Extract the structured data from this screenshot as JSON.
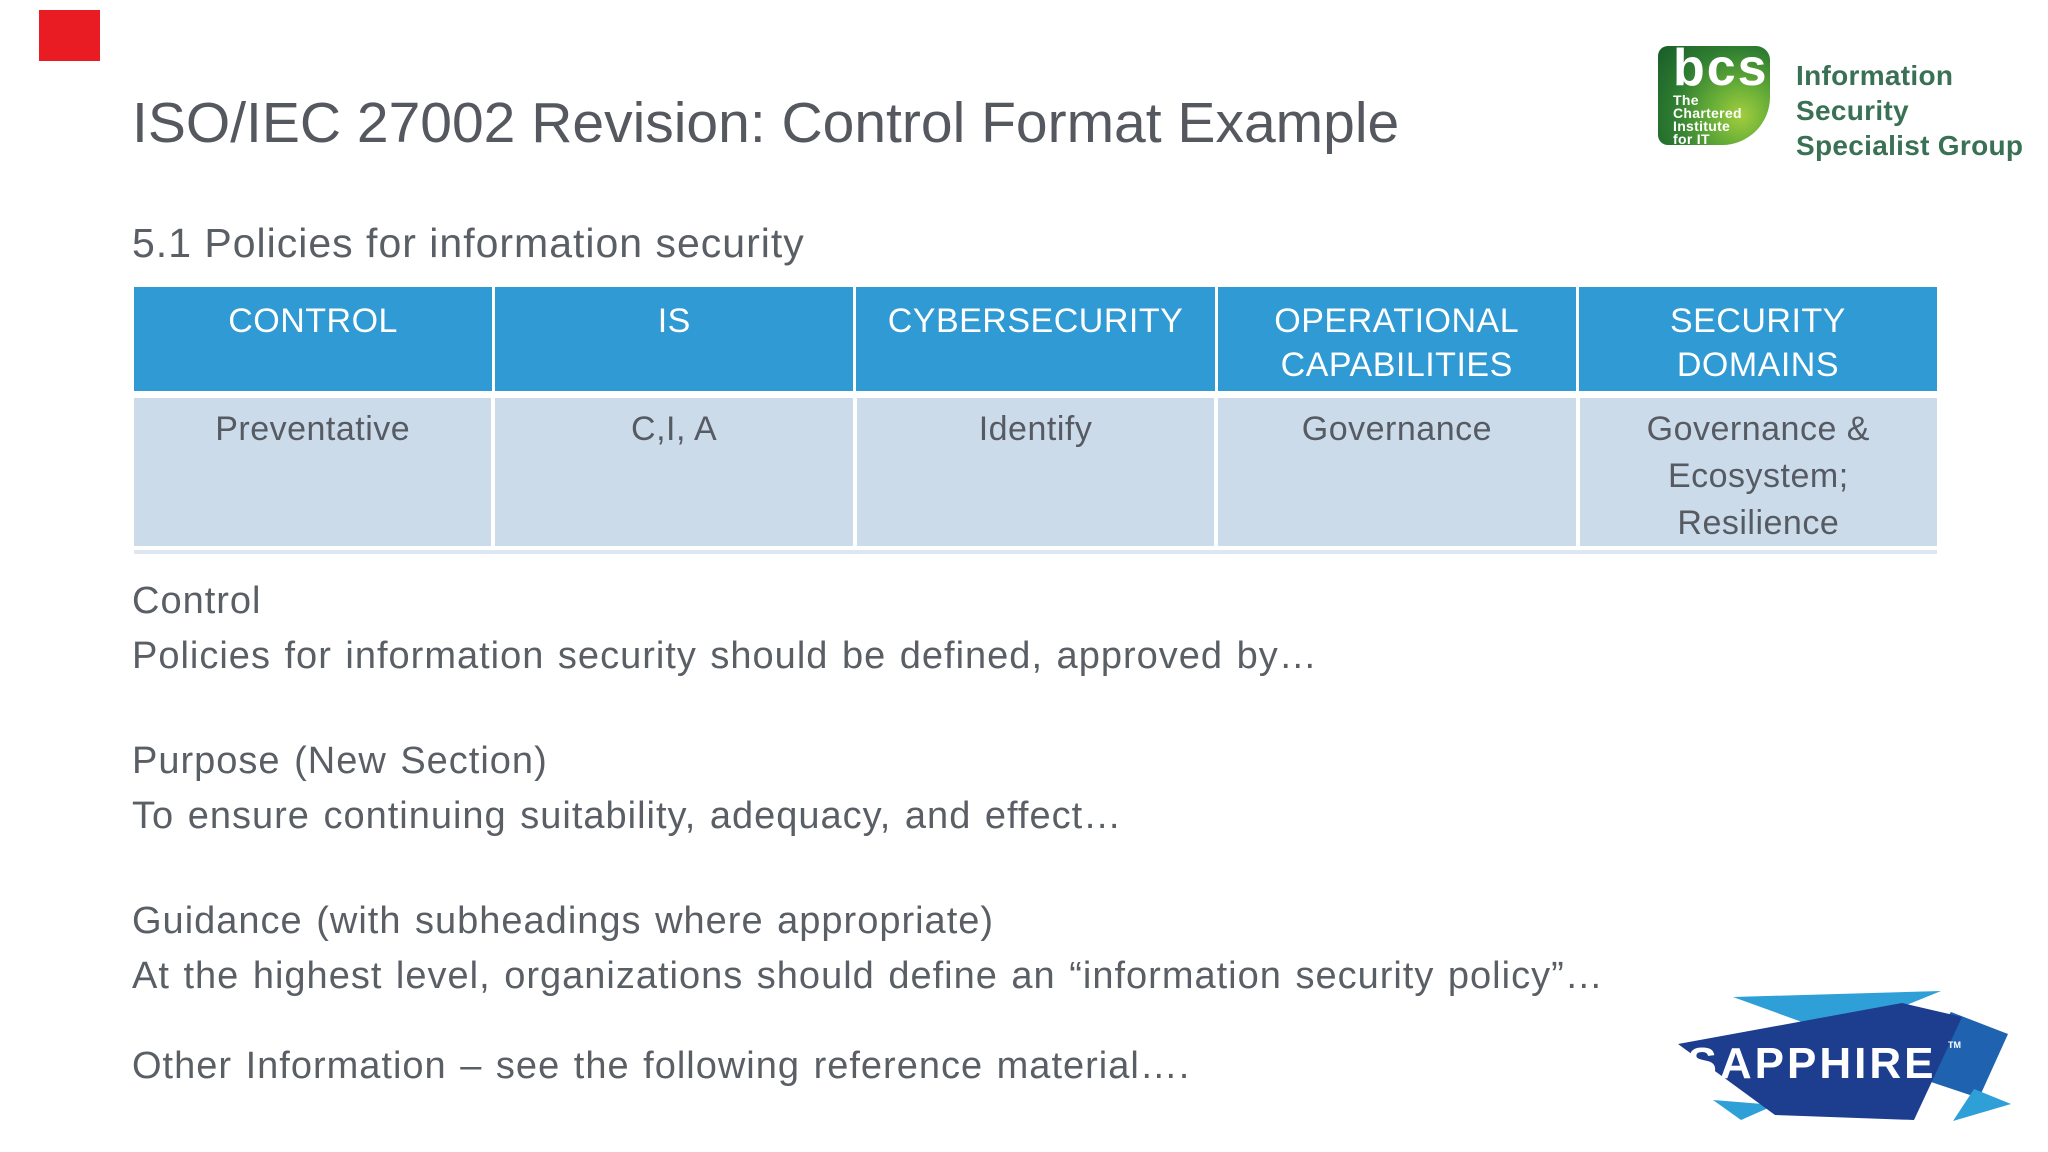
{
  "slide": {
    "title": "ISO/IEC 27002 Revision: Control Format Example",
    "subtitle": "5.1 Policies for information security",
    "table": {
      "headers": [
        "CONTROL",
        "IS",
        "CYBERSECURITY",
        "OPERATIONAL\nCAPABILITIES",
        "SECURITY\nDOMAINS"
      ],
      "row": [
        "Preventative",
        "C,I, A",
        "Identify",
        "Governance",
        "Governance  &\nEcosystem;\nResilience"
      ]
    },
    "sections": [
      {
        "heading": "Control",
        "body": "Policies for information security should be defined, approved by…"
      },
      {
        "heading": "Purpose (New Section)",
        "body": "To ensure continuing suitability, adequacy, and effect…"
      },
      {
        "heading": "Guidance (with subheadings where appropriate)",
        "body": "At the highest level, organizations should define an “information security policy”…"
      },
      {
        "heading": "Other Information – see the following reference material….",
        "body": ""
      }
    ],
    "logos": {
      "bcs": {
        "acronym": "bcs",
        "tagline": "The\nChartered\nInstitute\nfor IT",
        "group_name": "Information Security\nSpecialist Group"
      },
      "sapphire": {
        "name": "SAPPHIRE",
        "trademark": "TM"
      }
    },
    "colors": {
      "header_blue": "#2f9ad3",
      "row_light_blue": "#ccdbea",
      "text_gray": "#5a5f66",
      "bcs_green_dark": "#185b28",
      "bcs_green_light": "#a3cd3e",
      "bcs_group_green": "#3a7155",
      "sapphire_navy": "#1d3d8f",
      "sapphire_light_blue": "#2f9fd8",
      "sapphire_mid_blue": "#1f63b0",
      "marker_red": "#ea1c23"
    }
  }
}
